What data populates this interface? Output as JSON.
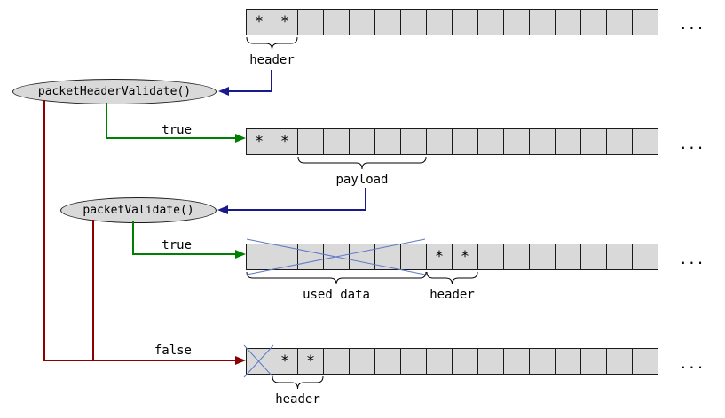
{
  "colors": {
    "background": "#ffffff",
    "cell_fill": "#d9d9d9",
    "node_fill": "#d9d9d9",
    "navy": "#1a1a8c",
    "green": "#008000",
    "dark_red": "#8b0000",
    "cross_blue": "#5f79c9"
  },
  "validators": [
    {
      "label": "packetHeaderValidate()"
    },
    {
      "label": "packetValidate()"
    }
  ],
  "flow_labels": {
    "header_validate_true": "true",
    "packet_validate_true": "true",
    "validate_false": "false"
  },
  "rows": [
    {
      "cells": [
        "*",
        "*",
        "",
        "",
        "",
        "",
        "",
        "",
        "",
        "",
        "",
        "",
        "",
        "",
        "",
        ""
      ],
      "ellipsis": "...",
      "annotations": {
        "header": "header"
      }
    },
    {
      "cells": [
        "*",
        "*",
        "",
        "",
        "",
        "",
        "",
        "",
        "",
        "",
        "",
        "",
        "",
        "",
        "",
        ""
      ],
      "ellipsis": "...",
      "annotations": {
        "payload": "payload"
      }
    },
    {
      "cells": [
        "",
        "",
        "",
        "",
        "",
        "",
        "",
        "*",
        "*",
        "",
        "",
        "",
        "",
        "",
        "",
        ""
      ],
      "ellipsis": "...",
      "annotations": {
        "used_data": "used data",
        "header": "header"
      }
    },
    {
      "cells": [
        "",
        "*",
        "*",
        "",
        "",
        "",
        "",
        "",
        "",
        "",
        "",
        "",
        "",
        "",
        "",
        ""
      ],
      "ellipsis": "...",
      "annotations": {
        "header": "header"
      }
    }
  ]
}
